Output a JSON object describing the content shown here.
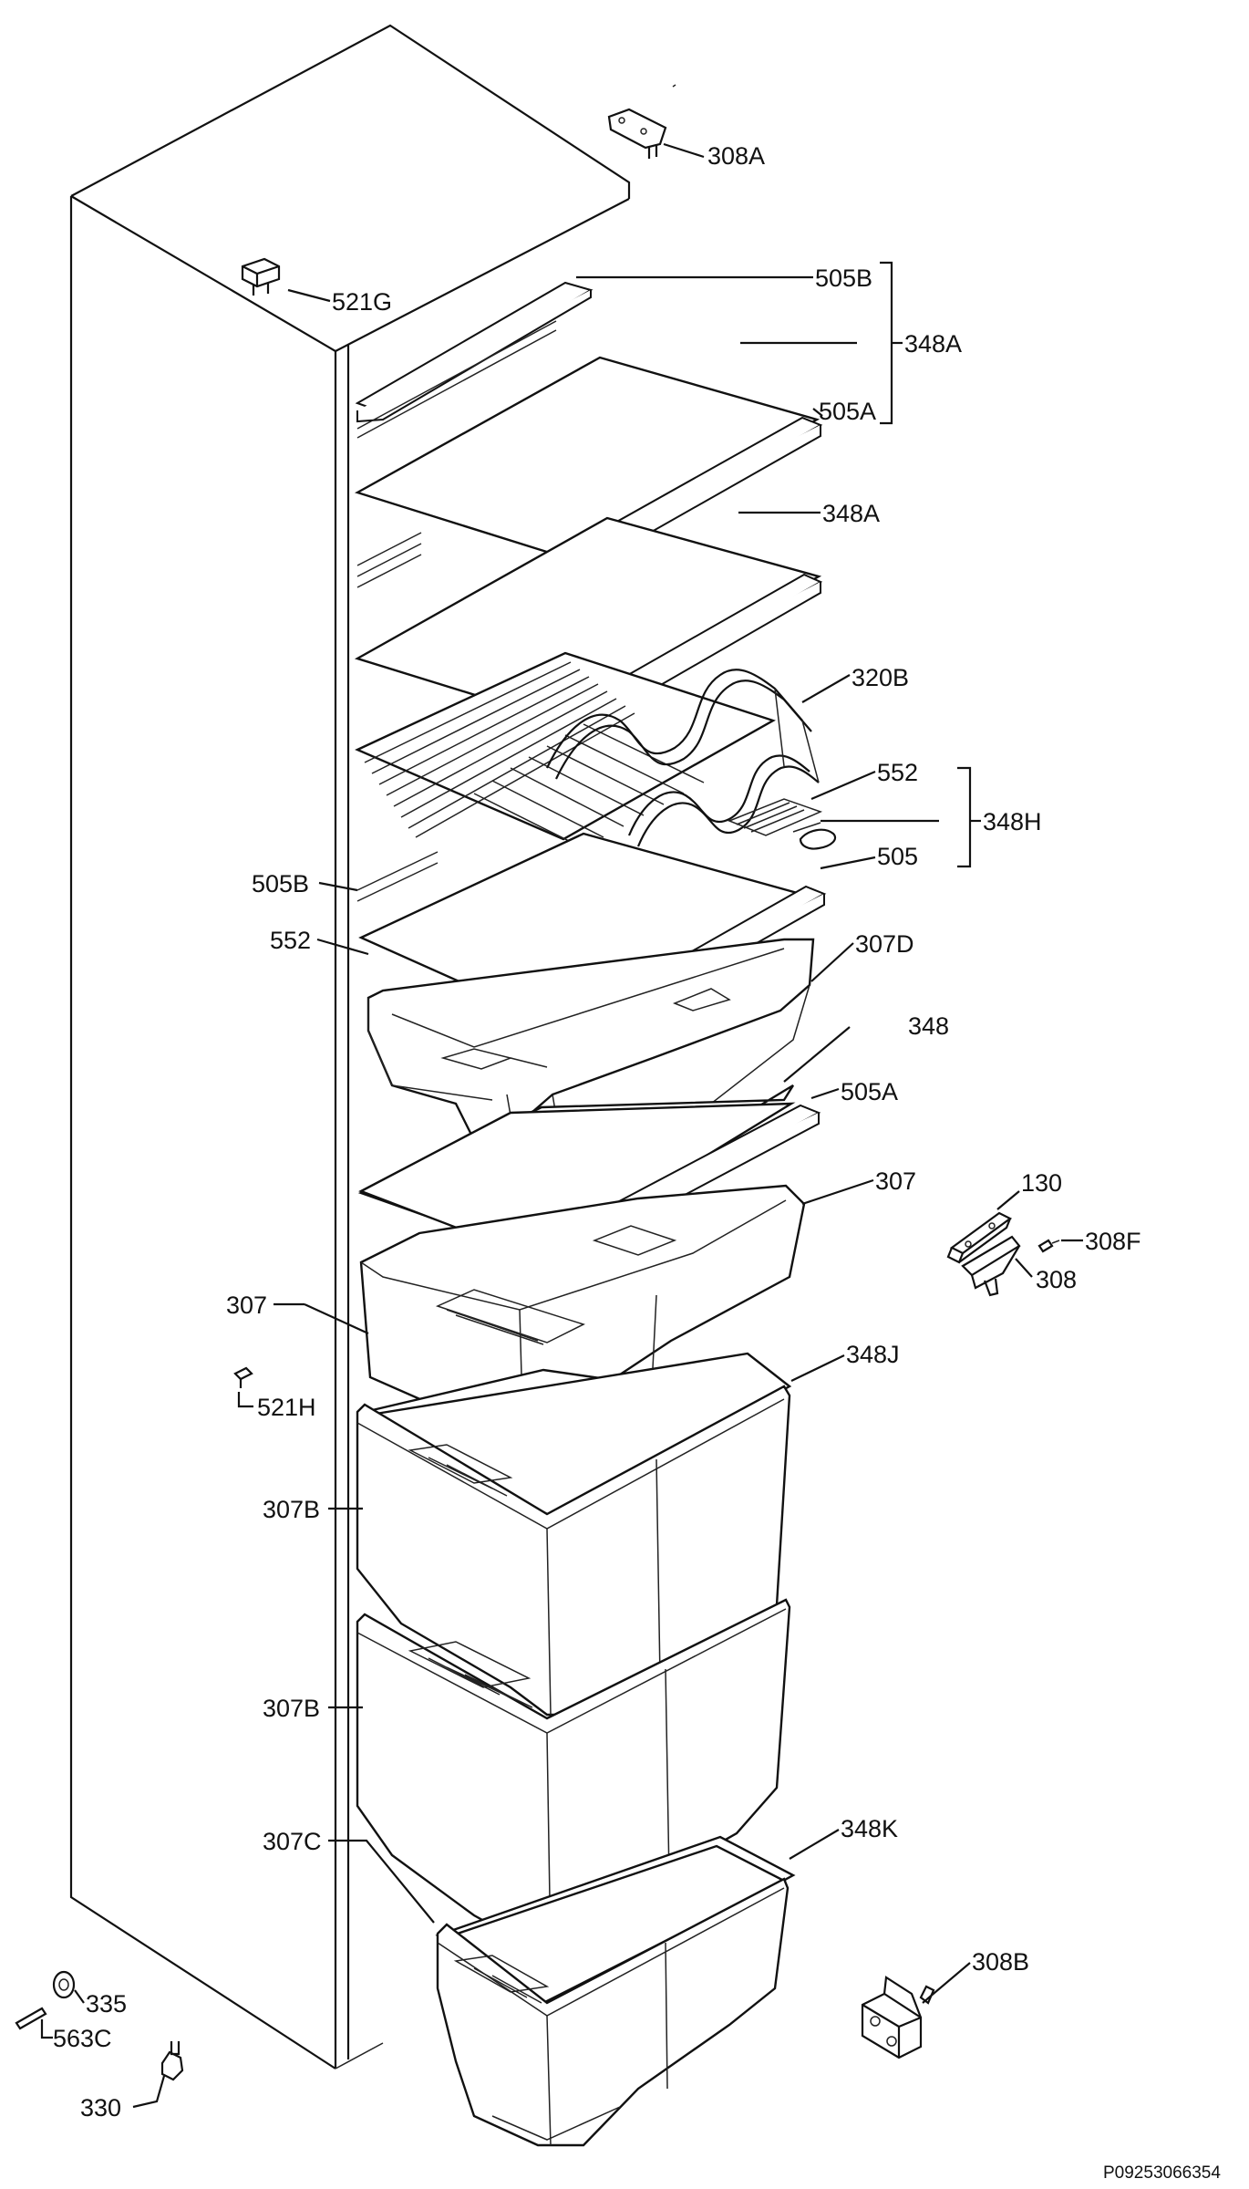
{
  "labels": {
    "308A": "308A",
    "521G": "521G",
    "505B_top": "505B",
    "348A_group": "348A",
    "505A_top": "505A",
    "348A_shelf2": "348A",
    "320B": "320B",
    "552_right": "552",
    "348H": "348H",
    "505": "505",
    "505B_left": "505B",
    "552_left": "552",
    "307D": "307D",
    "348": "348",
    "505A_mid": "505A",
    "307_right": "307",
    "130": "130",
    "308F": "308F",
    "308": "308",
    "307_left": "307",
    "348J": "348J",
    "521H": "521H",
    "307B_upper": "307B",
    "307B_lower": "307B",
    "307C": "307C",
    "348K": "348K",
    "308B": "308B",
    "335": "335",
    "563C": "563C",
    "330": "330"
  },
  "reference_code": "P09253066354"
}
